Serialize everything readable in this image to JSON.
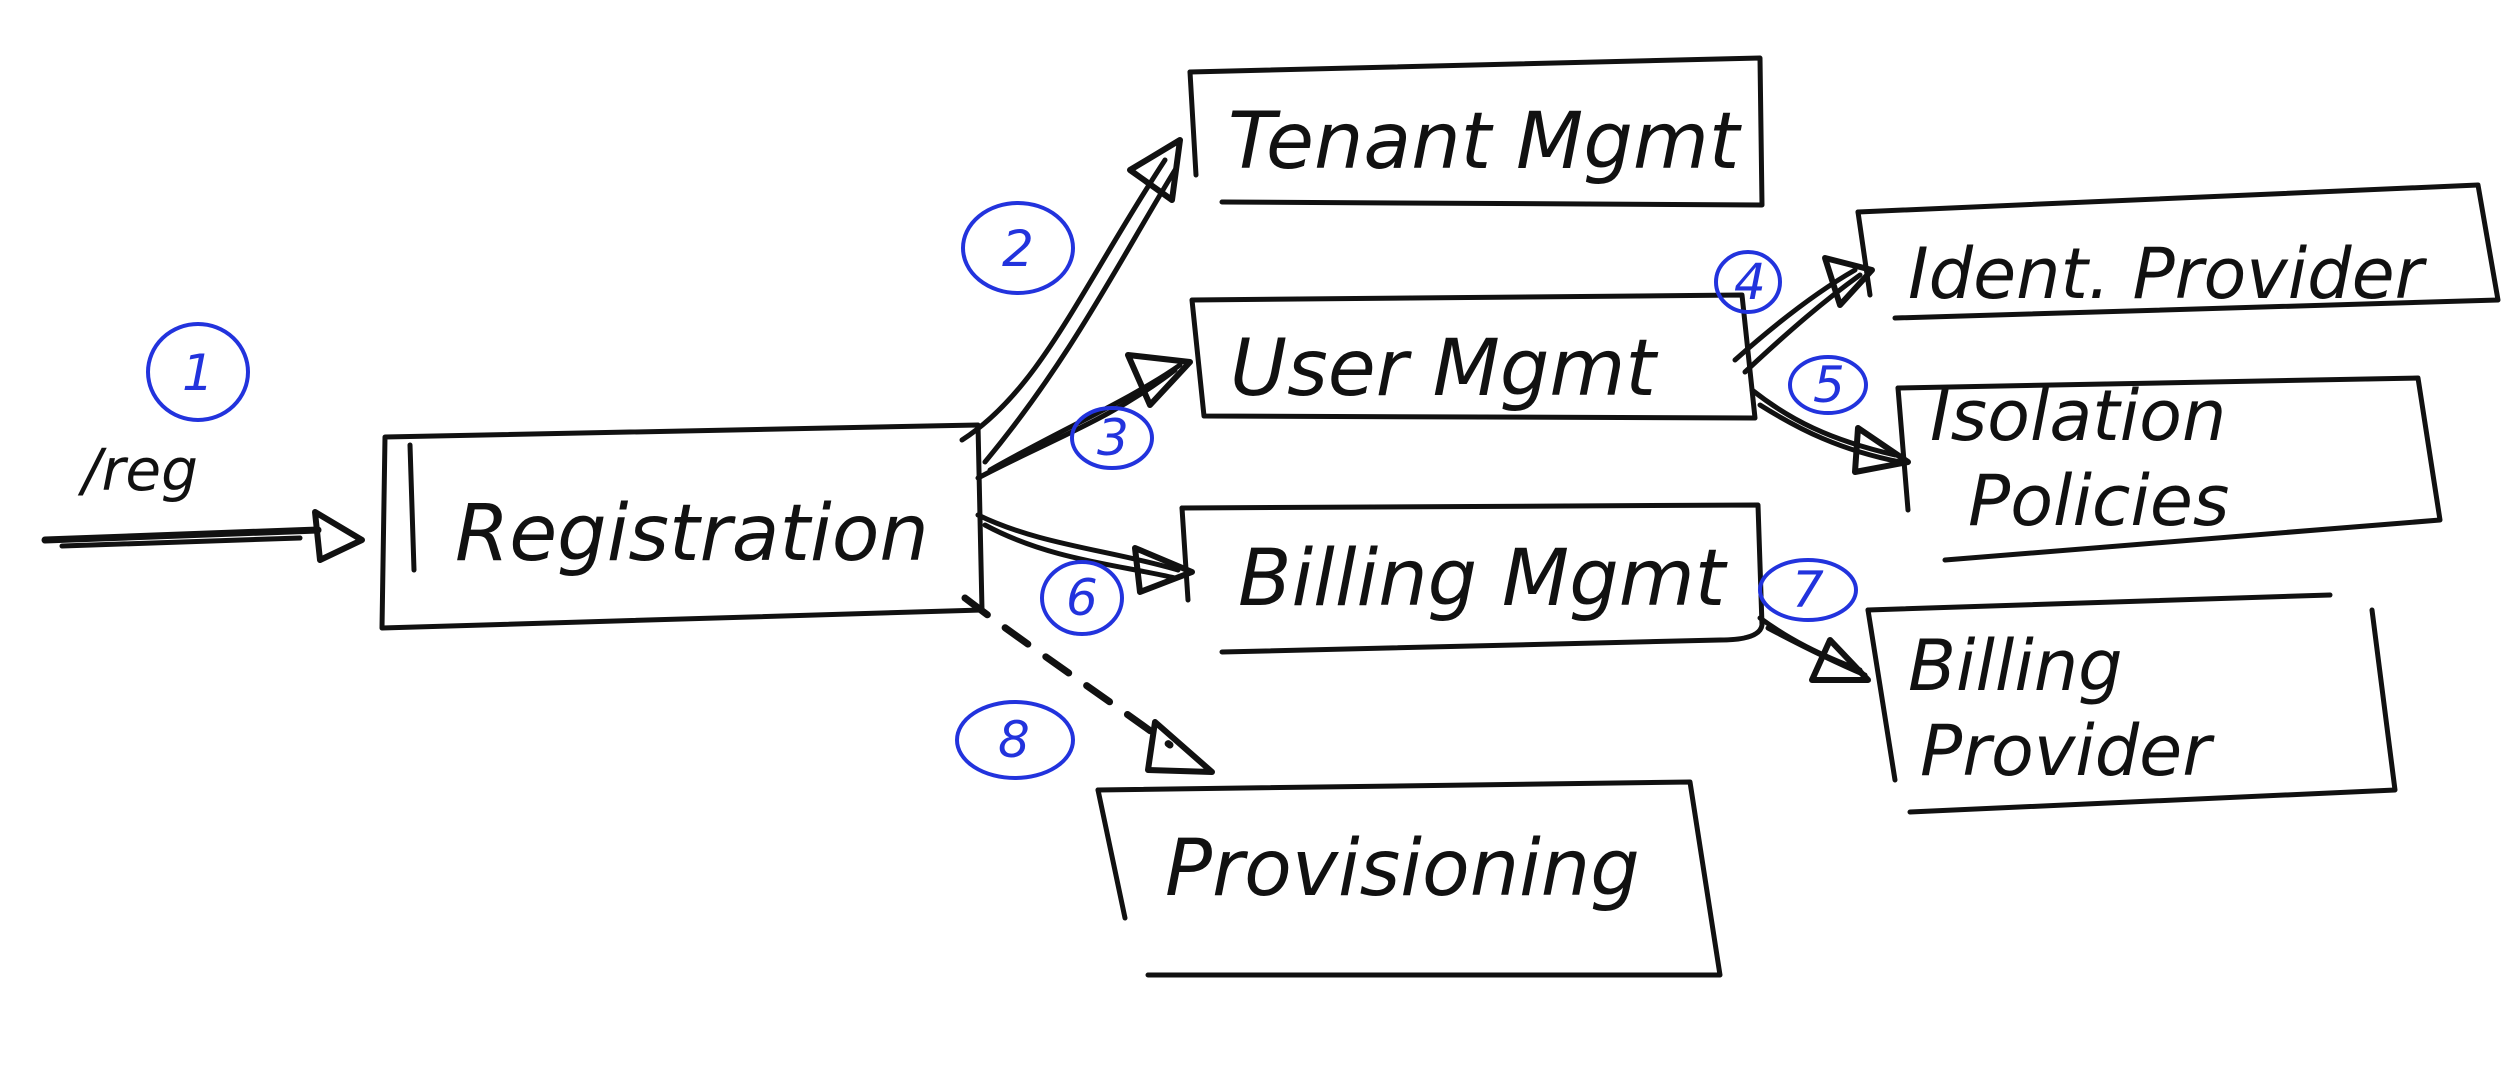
{
  "diagram": {
    "nodes": {
      "registration": "Registration",
      "tenant_mgmt": "Tenant Mgmt",
      "user_mgmt": "User Mgmt",
      "billing_mgmt": "Billing Mgmt",
      "provisioning": "Provisioning",
      "ident_provider": "Ident. Provider",
      "isolation_policies": [
        "Isolation",
        "Policies"
      ],
      "billing_provider": [
        "Billing",
        "Provider"
      ]
    },
    "entry_label": "/reg",
    "steps": [
      "1",
      "2",
      "3",
      "4",
      "5",
      "6",
      "7",
      "8"
    ],
    "edges": [
      {
        "step": "1",
        "from": "entry",
        "to": "registration"
      },
      {
        "step": "2",
        "from": "registration",
        "to": "tenant_mgmt"
      },
      {
        "step": "3",
        "from": "registration",
        "to": "user_mgmt"
      },
      {
        "step": "4",
        "from": "user_mgmt",
        "to": "ident_provider"
      },
      {
        "step": "5",
        "from": "user_mgmt",
        "to": "isolation_policies"
      },
      {
        "step": "6",
        "from": "registration",
        "to": "billing_mgmt"
      },
      {
        "step": "7",
        "from": "billing_mgmt",
        "to": "billing_provider"
      },
      {
        "step": "8",
        "from": "registration",
        "to": "provisioning",
        "style": "dashed"
      }
    ],
    "colors": {
      "ink": "#111111",
      "step_marker": "#2233dd",
      "background": "#ffffff"
    }
  }
}
